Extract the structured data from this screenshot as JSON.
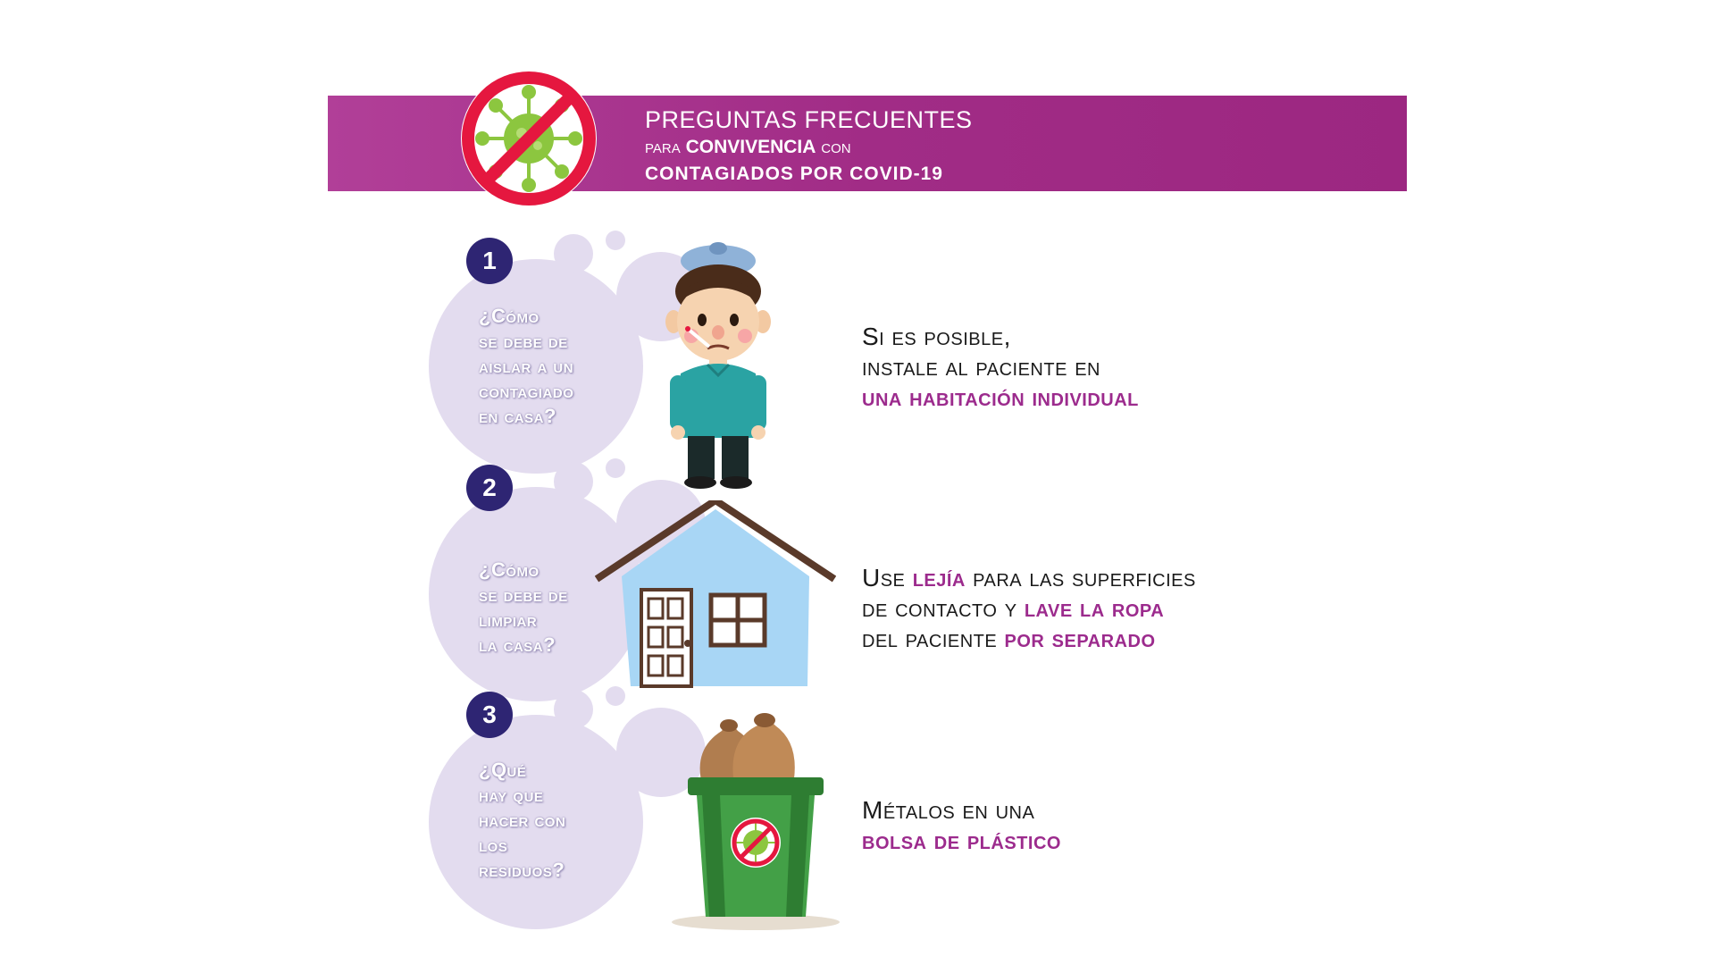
{
  "header": {
    "line1": "PREGUNTAS FRECUENTES",
    "line2_pre": "para",
    "line2_bold": "CONVIVENCIA",
    "line2_post": "con",
    "line3": "CONTAGIADOS POR COVID-19"
  },
  "items": [
    {
      "number": "1",
      "question": "¿Cómo\nse debe de\naislar a un\ncontagiado\nen casa?",
      "answer": {
        "l1": "Si es posible,",
        "l2": "instale al paciente en",
        "l3_hl": "una habitación individual"
      }
    },
    {
      "number": "2",
      "question": "¿Cómo\nse debe de\nlimpiar\nla casa?",
      "answer": {
        "l1_a": "Use",
        "l1_hl": "lejía",
        "l1_b": "para las superficies",
        "l2_a": "de contacto y",
        "l2_hl": "lave la ropa",
        "l3_a": "del paciente",
        "l3_hl": "por separado"
      }
    },
    {
      "number": "3",
      "question": "¿Qué\nhay que\nhacer con\nlos\nresiduos?",
      "answer": {
        "l1": "Métalos en una",
        "l2_hl": "bolsa de plástico"
      }
    }
  ],
  "colors": {
    "banner": "#a12c86",
    "highlight": "#9c2b8d",
    "badge": "#2e2573",
    "bubble": "#e3dcef",
    "prohibit_red": "#e5173f",
    "virus_green": "#8cc63f"
  },
  "icons": [
    "no-virus-icon",
    "sick-boy-icon",
    "house-icon",
    "trash-bin-icon"
  ]
}
